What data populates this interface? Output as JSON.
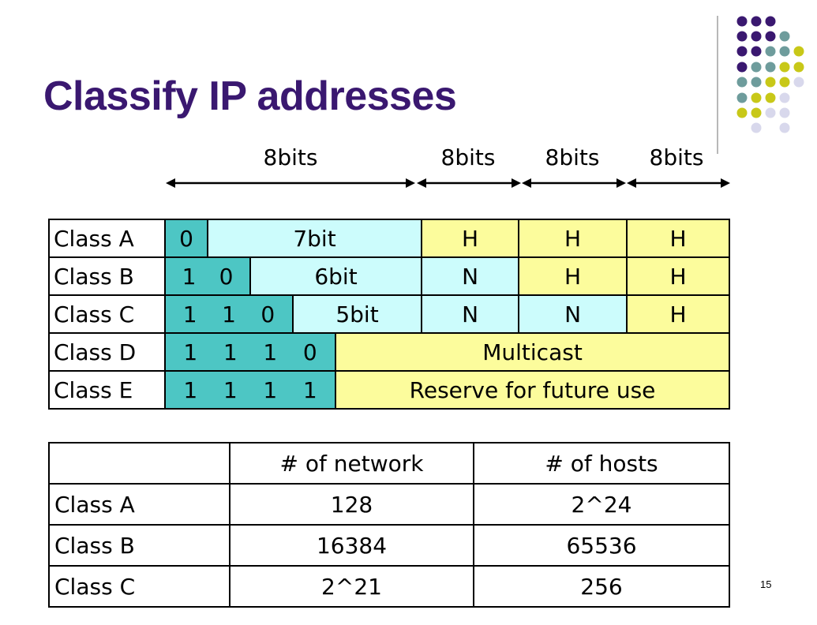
{
  "title": "Classify IP addresses",
  "bit_labels": [
    "8bits",
    "8bits",
    "8bits",
    "8bits"
  ],
  "class_table": {
    "rows": [
      {
        "label": "Class A",
        "prefix": [
          "0"
        ],
        "rest": "7bit",
        "octets": [
          "H",
          "H",
          "H"
        ]
      },
      {
        "label": "Class B",
        "prefix": [
          "1",
          "0"
        ],
        "rest": "6bit",
        "octets": [
          "N",
          "H",
          "H"
        ]
      },
      {
        "label": "Class C",
        "prefix": [
          "1",
          "1",
          "0"
        ],
        "rest": "5bit",
        "octets": [
          "N",
          "N",
          "H"
        ]
      },
      {
        "label": "Class D",
        "prefix": [
          "1",
          "1",
          "1",
          "0"
        ],
        "rest": "Multicast"
      },
      {
        "label": "Class E",
        "prefix": [
          "1",
          "1",
          "1",
          "1"
        ],
        "rest": "Reserve for future use"
      }
    ]
  },
  "count_table": {
    "headers": [
      "",
      "# of network",
      "# of hosts"
    ],
    "rows": [
      {
        "label": "Class A",
        "networks": "128",
        "hosts": "2^24"
      },
      {
        "label": "Class B",
        "networks": "16384",
        "hosts": "65536"
      },
      {
        "label": "Class C",
        "networks": "2^21",
        "hosts": "256"
      }
    ]
  },
  "page_number": "15",
  "colors": {
    "title": "#3a1870",
    "teal": "#4dc6c4",
    "light_cyan": "#ccfcfc",
    "yellow": "#fcfc9c",
    "dot_purple": "#3a1870",
    "dot_gray": "#6e9c9c",
    "dot_olive": "#c8c818",
    "dot_lavender": "#d8d8ec"
  }
}
